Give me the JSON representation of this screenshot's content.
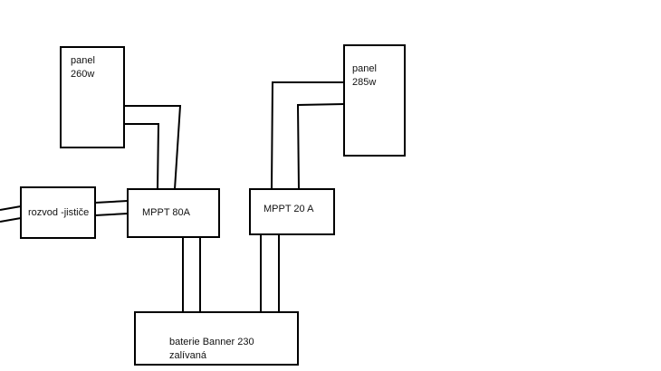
{
  "diagram": {
    "panel_260": {
      "line1": "panel",
      "line2": "260w"
    },
    "panel_285": {
      "line1": "panel",
      "line2": "285w"
    },
    "distribution": {
      "label": "rozvod -jističe"
    },
    "mppt_80": {
      "label": "MPPT 80A"
    },
    "mppt_20": {
      "label": "MPPT 20 A"
    },
    "battery": {
      "line1": "baterie Banner 230",
      "line2": "zalívaná"
    }
  },
  "colors": {
    "background": "#ffffff",
    "line": "#000000",
    "text": "#111111"
  }
}
